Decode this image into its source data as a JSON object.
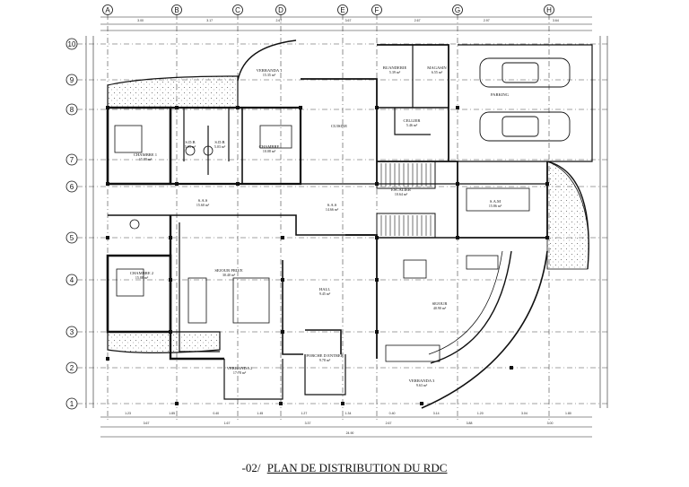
{
  "grid": {
    "columns": [
      "A",
      "B",
      "C",
      "D",
      "E",
      "F",
      "G",
      "H"
    ],
    "rows": [
      "1",
      "2",
      "3",
      "4",
      "5",
      "6",
      "7",
      "8",
      "9",
      "10"
    ]
  },
  "rooms": [
    {
      "id": "veranda1",
      "label": "VERRANDA 1",
      "area": "15.35 m²"
    },
    {
      "id": "buanderie",
      "label": "BUANDERIE",
      "area": "5.39 m²"
    },
    {
      "id": "magasin",
      "label": "MAGASIN",
      "area": "6.55 m²"
    },
    {
      "id": "parking",
      "label": "PARKING",
      "area": ""
    },
    {
      "id": "chambre1",
      "label": "CHAMBRE 1",
      "area": "15.88 m²"
    },
    {
      "id": "sdb1",
      "label": "S.D.B",
      "area": "5.03 m²"
    },
    {
      "id": "sdb2",
      "label": "S.D.B",
      "area": "5.03 m²"
    },
    {
      "id": "chambre",
      "label": "CHAMBRE",
      "area": "10.08 m²"
    },
    {
      "id": "cuisine",
      "label": "CUISINE",
      "area": ""
    },
    {
      "id": "cellier",
      "label": "CELLIER",
      "area": "5.46 m²"
    },
    {
      "id": "degagement",
      "label": "S.A.S",
      "area": "15.60 m²"
    },
    {
      "id": "sas",
      "label": "S.A.S",
      "area": "14.66 m²"
    },
    {
      "id": "escalier",
      "label": "ESCALIER",
      "area": "10.64 m²"
    },
    {
      "id": "sam",
      "label": "S.A.M",
      "area": "15.86 m²"
    },
    {
      "id": "chambre2",
      "label": "CHAMBRE 2",
      "area": "15.88 m²"
    },
    {
      "id": "sejour_prive",
      "label": "SEJOUR PRIVE",
      "area": "30.40 m²"
    },
    {
      "id": "hall",
      "label": "HALL",
      "area": "9.45 m²"
    },
    {
      "id": "sejour",
      "label": "SEJOUR",
      "area": "40.90 m²"
    },
    {
      "id": "veranda2",
      "label": "VERRANDA 2",
      "area": "17.78 m²"
    },
    {
      "id": "porche",
      "label": "PORCHE D ENTREE",
      "area": "9.78 m²"
    },
    {
      "id": "veranda3",
      "label": "VERRANDA 3",
      "area": "9.63 m²"
    }
  ],
  "dimensions": {
    "top_row1": [
      "3.00",
      "3.17",
      "2.67",
      "3.67",
      "2.67",
      "2.97",
      "3.64"
    ],
    "bottom_row1": [
      "1.23",
      "1.85",
      "0.40",
      "1.45",
      "1.27",
      "1.34",
      "0.40",
      "3.14",
      "1.20",
      "3.04",
      "1.80"
    ],
    "bottom_row2": [
      "3.67",
      "1.67",
      "3.37",
      "2.67",
      "3.88",
      "3.00"
    ],
    "overall": "24.90"
  },
  "caption": {
    "number": "-02/",
    "title": "PLAN DE DISTRIBUTION DU RDC"
  }
}
